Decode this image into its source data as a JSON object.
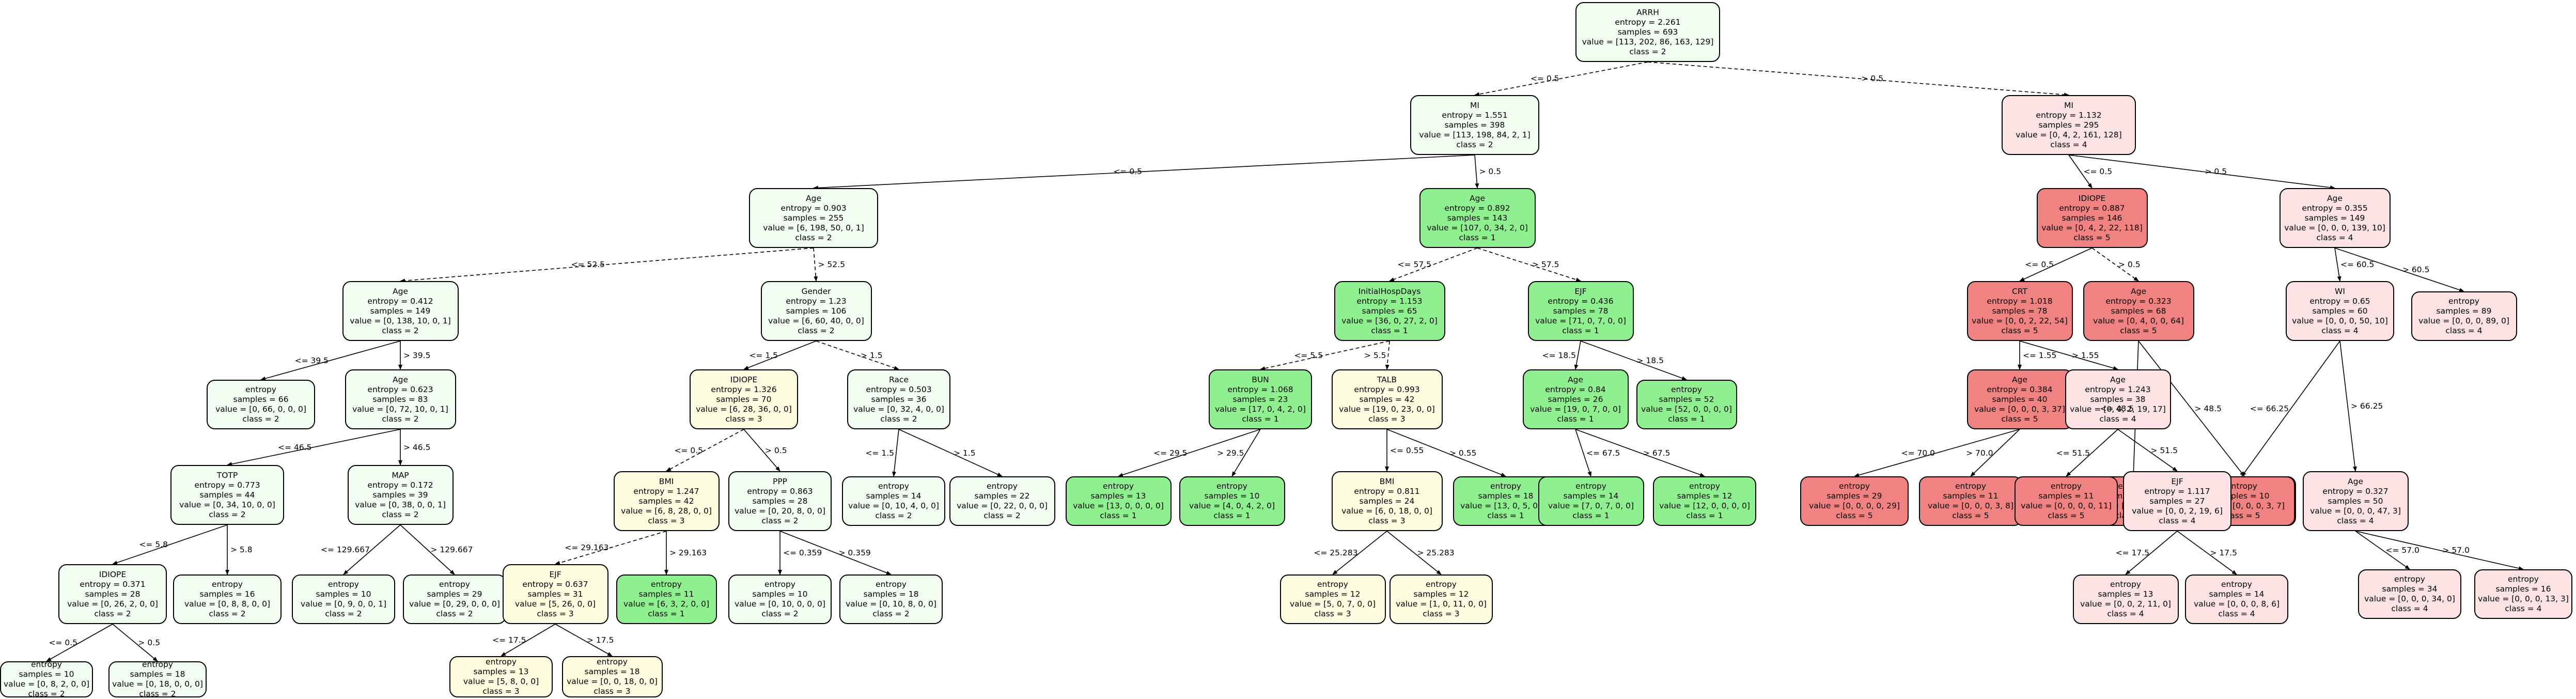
{
  "class_colors": {
    "1": "#8ef08e",
    "2": "#f0fdf0",
    "3": "#fefde0",
    "4": "#fde3e3",
    "5": "#f08282"
  },
  "nodes": [
    {
      "id": "n0",
      "lines": [
        "ARRH",
        "entropy = 2.261",
        "samples = 693",
        "value = [113, 202, 86, 163, 129]",
        "class = 2"
      ],
      "cls": "2"
    },
    {
      "id": "n1",
      "lines": [
        "MI",
        "entropy = 1.551",
        "samples = 398",
        "value = [113, 198, 84, 2, 1]",
        "class = 2"
      ],
      "cls": "2"
    },
    {
      "id": "n2",
      "lines": [
        "MI",
        "entropy = 1.132",
        "samples = 295",
        "value = [0, 4, 2, 161, 128]",
        "class = 4"
      ],
      "cls": "4"
    },
    {
      "id": "n3",
      "lines": [
        "Age",
        "entropy = 0.903",
        "samples = 255",
        "value = [6, 198, 50, 0, 1]",
        "class = 2"
      ],
      "cls": "2"
    },
    {
      "id": "n4",
      "lines": [
        "Age",
        "entropy = 0.892",
        "samples = 143",
        "value = [107, 0, 34, 2, 0]",
        "class = 1"
      ],
      "cls": "1"
    },
    {
      "id": "n5",
      "lines": [
        "IDIOPE",
        "entropy = 0.887",
        "samples = 146",
        "value = [0, 4, 2, 22, 118]",
        "class = 5"
      ],
      "cls": "5"
    },
    {
      "id": "n6",
      "lines": [
        "Age",
        "entropy = 0.355",
        "samples = 149",
        "value = [0, 0, 0, 139, 10]",
        "class = 4"
      ],
      "cls": "4"
    },
    {
      "id": "n7",
      "lines": [
        "Age",
        "entropy = 0.412",
        "samples = 149",
        "value = [0, 138, 10, 0, 1]",
        "class = 2"
      ],
      "cls": "2"
    },
    {
      "id": "n8",
      "lines": [
        "Gender",
        "entropy = 1.23",
        "samples = 106",
        "value = [6, 60, 40, 0, 0]",
        "class = 2"
      ],
      "cls": "2"
    },
    {
      "id": "n9",
      "lines": [
        "InitialHospDays",
        "entropy = 1.153",
        "samples = 65",
        "value = [36, 0, 27, 2, 0]",
        "class = 1"
      ],
      "cls": "1"
    },
    {
      "id": "n10",
      "lines": [
        "EJF",
        "entropy = 0.436",
        "samples = 78",
        "value = [71, 0, 7, 0, 0]",
        "class = 1"
      ],
      "cls": "1"
    },
    {
      "id": "n11",
      "lines": [
        "CRT",
        "entropy = 1.018",
        "samples = 78",
        "value = [0, 0, 2, 22, 54]",
        "class = 5"
      ],
      "cls": "5"
    },
    {
      "id": "n12",
      "lines": [
        "Age",
        "entropy = 0.323",
        "samples = 68",
        "value = [0, 4, 0, 0, 64]",
        "class = 5"
      ],
      "cls": "5"
    },
    {
      "id": "n13",
      "lines": [
        "WI",
        "entropy = 0.65",
        "samples = 60",
        "value = [0, 0, 0, 50, 10]",
        "class = 4"
      ],
      "cls": "4"
    },
    {
      "id": "n14",
      "lines": [
        "entropy",
        "samples = 89",
        "value = [0, 0, 0, 89, 0]",
        "class = 4"
      ],
      "cls": "4"
    },
    {
      "id": "n15",
      "lines": [
        "entropy",
        "samples = 66",
        "value = [0, 66, 0, 0, 0]",
        "class = 2"
      ],
      "cls": "2"
    },
    {
      "id": "n16",
      "lines": [
        "Age",
        "entropy = 0.623",
        "samples = 83",
        "value = [0, 72, 10, 0, 1]",
        "class = 2"
      ],
      "cls": "2"
    },
    {
      "id": "n17",
      "lines": [
        "IDIOPE",
        "entropy = 1.326",
        "samples = 70",
        "value = [6, 28, 36, 0, 0]",
        "class = 3"
      ],
      "cls": "3"
    },
    {
      "id": "n18",
      "lines": [
        "Race",
        "entropy = 0.503",
        "samples = 36",
        "value = [0, 32, 4, 0, 0]",
        "class = 2"
      ],
      "cls": "2"
    },
    {
      "id": "n19",
      "lines": [
        "BUN",
        "entropy = 1.068",
        "samples = 23",
        "value = [17, 0, 4, 2, 0]",
        "class = 1"
      ],
      "cls": "1"
    },
    {
      "id": "n20",
      "lines": [
        "TALB",
        "entropy = 0.993",
        "samples = 42",
        "value = [19, 0, 23, 0, 0]",
        "class = 3"
      ],
      "cls": "3"
    },
    {
      "id": "n21",
      "lines": [
        "Age",
        "entropy = 0.84",
        "samples = 26",
        "value = [19, 0, 7, 0, 0]",
        "class = 1"
      ],
      "cls": "1"
    },
    {
      "id": "n22",
      "lines": [
        "entropy",
        "samples = 52",
        "value = [52, 0, 0, 0, 0]",
        "class = 1"
      ],
      "cls": "1"
    },
    {
      "id": "n23",
      "lines": [
        "Age",
        "entropy = 0.384",
        "samples = 40",
        "value = [0, 0, 0, 3, 37]",
        "class = 5"
      ],
      "cls": "5"
    },
    {
      "id": "n24",
      "lines": [
        "Age",
        "entropy = 1.243",
        "samples = 38",
        "value = [0, 0, 2, 19, 17]",
        "class = 4"
      ],
      "cls": "4"
    },
    {
      "id": "n25",
      "lines": [
        "entropy",
        "samples = 16",
        "value = [0, 4, 0, 0, 12]",
        "class = 5"
      ],
      "cls": "5"
    },
    {
      "id": "n26",
      "lines": [
        "entropy",
        "samples = 52",
        "value = [0, 0, 0, 0, 52]",
        "class = 5"
      ],
      "cls": "5"
    },
    {
      "id": "n27",
      "lines": [
        "entropy",
        "samples = 10",
        "value = [0, 0, 0, 3, 7]",
        "class = 5"
      ],
      "cls": "5"
    },
    {
      "id": "n28",
      "lines": [
        "Age",
        "entropy = 0.327",
        "samples = 50",
        "value = [0, 0, 0, 47, 3]",
        "class = 4"
      ],
      "cls": "4"
    },
    {
      "id": "n29",
      "lines": [
        "TOTP",
        "entropy = 0.773",
        "samples = 44",
        "value = [0, 34, 10, 0, 0]",
        "class = 2"
      ],
      "cls": "2"
    },
    {
      "id": "n30",
      "lines": [
        "MAP",
        "entropy = 0.172",
        "samples = 39",
        "value = [0, 38, 0, 0, 1]",
        "class = 2"
      ],
      "cls": "2"
    },
    {
      "id": "n31",
      "lines": [
        "BMI",
        "entropy = 1.247",
        "samples = 42",
        "value = [6, 8, 28, 0, 0]",
        "class = 3"
      ],
      "cls": "3"
    },
    {
      "id": "n32",
      "lines": [
        "PPP",
        "entropy = 0.863",
        "samples = 28",
        "value = [0, 20, 8, 0, 0]",
        "class = 2"
      ],
      "cls": "2"
    },
    {
      "id": "n33",
      "lines": [
        "entropy",
        "samples = 14",
        "value = [0, 10, 4, 0, 0]",
        "class = 2"
      ],
      "cls": "2"
    },
    {
      "id": "n34",
      "lines": [
        "entropy",
        "samples = 22",
        "value = [0, 22, 0, 0, 0]",
        "class = 2"
      ],
      "cls": "2"
    },
    {
      "id": "n35",
      "lines": [
        "entropy",
        "samples = 13",
        "value = [13, 0, 0, 0, 0]",
        "class = 1"
      ],
      "cls": "1"
    },
    {
      "id": "n36",
      "lines": [
        "entropy",
        "samples = 10",
        "value = [4, 0, 4, 2, 0]",
        "class = 1"
      ],
      "cls": "1"
    },
    {
      "id": "n37",
      "lines": [
        "BMI",
        "entropy = 0.811",
        "samples = 24",
        "value = [6, 0, 18, 0, 0]",
        "class = 3"
      ],
      "cls": "3"
    },
    {
      "id": "n38",
      "lines": [
        "entropy",
        "samples = 18",
        "value = [13, 0, 5, 0, 0]",
        "class = 1"
      ],
      "cls": "1"
    },
    {
      "id": "n39",
      "lines": [
        "entropy",
        "samples = 14",
        "value = [7, 0, 7, 0, 0]",
        "class = 1"
      ],
      "cls": "1"
    },
    {
      "id": "n40",
      "lines": [
        "entropy",
        "samples = 12",
        "value = [12, 0, 0, 0, 0]",
        "class = 1"
      ],
      "cls": "1"
    },
    {
      "id": "n41",
      "lines": [
        "entropy",
        "samples = 29",
        "value = [0, 0, 0, 0, 29]",
        "class = 5"
      ],
      "cls": "5"
    },
    {
      "id": "n42",
      "lines": [
        "entropy",
        "samples = 11",
        "value = [0, 0, 0, 3, 8]",
        "class = 5"
      ],
      "cls": "5"
    },
    {
      "id": "n43",
      "lines": [
        "entropy",
        "samples = 11",
        "value = [0, 0, 0, 0, 11]",
        "class = 5"
      ],
      "cls": "5"
    },
    {
      "id": "n44",
      "lines": [
        "EJF",
        "entropy = 1.117",
        "samples = 27",
        "value = [0, 0, 2, 19, 6]",
        "class = 4"
      ],
      "cls": "4"
    },
    {
      "id": "n45",
      "lines": [
        "entropy",
        "samples = 34",
        "value = [0, 0, 0, 34, 0]",
        "class = 4"
      ],
      "cls": "4"
    },
    {
      "id": "n46",
      "lines": [
        "entropy",
        "samples = 16",
        "value = [0, 0, 0, 13, 3]",
        "class = 4"
      ],
      "cls": "4"
    },
    {
      "id": "n47",
      "lines": [
        "IDIOPE",
        "entropy = 0.371",
        "samples = 28",
        "value = [0, 26, 2, 0, 0]",
        "class = 2"
      ],
      "cls": "2"
    },
    {
      "id": "n48",
      "lines": [
        "entropy",
        "samples = 16",
        "value = [0, 8, 8, 0, 0]",
        "class = 2"
      ],
      "cls": "2"
    },
    {
      "id": "n49",
      "lines": [
        "entropy",
        "samples = 10",
        "value = [0, 9, 0, 0, 1]",
        "class = 2"
      ],
      "cls": "2"
    },
    {
      "id": "n50",
      "lines": [
        "entropy",
        "samples = 29",
        "value = [0, 29, 0, 0, 0]",
        "class = 2"
      ],
      "cls": "2"
    },
    {
      "id": "n51",
      "lines": [
        "EJF",
        "entropy = 0.637",
        "samples = 31",
        "value = [5, 26, 0, 0]",
        "class = 3"
      ],
      "cls": "3"
    },
    {
      "id": "n52",
      "lines": [
        "entropy",
        "samples = 11",
        "value = [6, 3, 2, 0, 0]",
        "class = 1"
      ],
      "cls": "1"
    },
    {
      "id": "n53",
      "lines": [
        "entropy",
        "samples = 10",
        "value = [0, 10, 0, 0, 0]",
        "class = 2"
      ],
      "cls": "2"
    },
    {
      "id": "n54",
      "lines": [
        "entropy",
        "samples = 18",
        "value = [0, 10, 8, 0, 0]",
        "class = 2"
      ],
      "cls": "2"
    },
    {
      "id": "n55",
      "lines": [
        "entropy",
        "samples = 12",
        "value = [5, 0, 7, 0, 0]",
        "class = 3"
      ],
      "cls": "3"
    },
    {
      "id": "n56",
      "lines": [
        "entropy",
        "samples = 12",
        "value = [1, 0, 11, 0, 0]",
        "class = 3"
      ],
      "cls": "3"
    },
    {
      "id": "n57",
      "lines": [
        "entropy",
        "samples = 13",
        "value = [0, 0, 2, 11, 0]",
        "class = 4"
      ],
      "cls": "4"
    },
    {
      "id": "n58",
      "lines": [
        "entropy",
        "samples = 14",
        "value = [0, 0, 0, 8, 6]",
        "class = 4"
      ],
      "cls": "4"
    },
    {
      "id": "n59",
      "lines": [
        "entropy",
        "samples = 10",
        "value = [0, 8, 2, 0, 0]",
        "class = 2"
      ],
      "cls": "2"
    },
    {
      "id": "n60",
      "lines": [
        "entropy",
        "samples = 18",
        "value = [0, 18, 0, 0, 0]",
        "class = 2"
      ],
      "cls": "2"
    },
    {
      "id": "n61",
      "lines": [
        "entropy",
        "samples = 13",
        "value = [5, 8, 0, 0]",
        "class = 3"
      ],
      "cls": "3"
    },
    {
      "id": "n62",
      "lines": [
        "entropy",
        "samples = 18",
        "value = [0, 0, 18, 0, 0]",
        "class = 3"
      ],
      "cls": "3"
    }
  ],
  "edges": [
    {
      "from": "n0",
      "to": "n1",
      "label": "<= 0.5",
      "dashed": true
    },
    {
      "from": "n0",
      "to": "n2",
      "label": "> 0.5",
      "dashed": true
    },
    {
      "from": "n1",
      "to": "n3",
      "label": "<= 0.5",
      "dashed": false
    },
    {
      "from": "n1",
      "to": "n4",
      "label": "> 0.5",
      "dashed": false
    },
    {
      "from": "n2",
      "to": "n5",
      "label": "<= 0.5",
      "dashed": false
    },
    {
      "from": "n2",
      "to": "n6",
      "label": "> 0.5",
      "dashed": false
    },
    {
      "from": "n3",
      "to": "n7",
      "label": "<= 52.5",
      "dashed": true
    },
    {
      "from": "n3",
      "to": "n8",
      "label": "> 52.5",
      "dashed": true
    },
    {
      "from": "n4",
      "to": "n9",
      "label": "<= 57.5",
      "dashed": true
    },
    {
      "from": "n4",
      "to": "n10",
      "label": "> 57.5",
      "dashed": true
    },
    {
      "from": "n5",
      "to": "n11",
      "label": "<= 0.5",
      "dashed": false
    },
    {
      "from": "n5",
      "to": "n12",
      "label": "> 0.5",
      "dashed": true
    },
    {
      "from": "n6",
      "to": "n13",
      "label": "<= 60.5",
      "dashed": false
    },
    {
      "from": "n6",
      "to": "n14",
      "label": "> 60.5",
      "dashed": false
    },
    {
      "from": "n7",
      "to": "n15",
      "label": "<= 39.5",
      "dashed": false
    },
    {
      "from": "n7",
      "to": "n16",
      "label": "> 39.5",
      "dashed": false
    },
    {
      "from": "n8",
      "to": "n17",
      "label": "<= 1.5",
      "dashed": false
    },
    {
      "from": "n8",
      "to": "n18",
      "label": "> 1.5",
      "dashed": true
    },
    {
      "from": "n9",
      "to": "n19",
      "label": "<= 5.5",
      "dashed": true
    },
    {
      "from": "n9",
      "to": "n20",
      "label": "> 5.5",
      "dashed": true
    },
    {
      "from": "n10",
      "to": "n21",
      "label": "<= 18.5",
      "dashed": false
    },
    {
      "from": "n10",
      "to": "n22",
      "label": "> 18.5",
      "dashed": false
    },
    {
      "from": "n11",
      "to": "n23",
      "label": "<= 1.55",
      "dashed": false
    },
    {
      "from": "n11",
      "to": "n24",
      "label": "> 1.55",
      "dashed": false
    },
    {
      "from": "n12",
      "to": "n25",
      "label": "<= 48.5",
      "dashed": false
    },
    {
      "from": "n12",
      "to": "n26",
      "label": "> 48.5",
      "dashed": false
    },
    {
      "from": "n13",
      "to": "n27",
      "label": "<= 66.25",
      "dashed": false
    },
    {
      "from": "n13",
      "to": "n28",
      "label": "> 66.25",
      "dashed": false
    },
    {
      "from": "n16",
      "to": "n29",
      "label": "<= 46.5",
      "dashed": false
    },
    {
      "from": "n16",
      "to": "n30",
      "label": "> 46.5",
      "dashed": false
    },
    {
      "from": "n17",
      "to": "n31",
      "label": "<= 0.5",
      "dashed": true
    },
    {
      "from": "n17",
      "to": "n32",
      "label": "> 0.5",
      "dashed": false
    },
    {
      "from": "n18",
      "to": "n33",
      "label": "<= 1.5",
      "dashed": false
    },
    {
      "from": "n18",
      "to": "n34",
      "label": "> 1.5",
      "dashed": false
    },
    {
      "from": "n19",
      "to": "n35",
      "label": "<= 29.5",
      "dashed": false
    },
    {
      "from": "n19",
      "to": "n36",
      "label": "> 29.5",
      "dashed": false
    },
    {
      "from": "n20",
      "to": "n37",
      "label": "<= 0.55",
      "dashed": false
    },
    {
      "from": "n20",
      "to": "n38",
      "label": "> 0.55",
      "dashed": false
    },
    {
      "from": "n21",
      "to": "n39",
      "label": "<= 67.5",
      "dashed": false
    },
    {
      "from": "n21",
      "to": "n40",
      "label": "> 67.5",
      "dashed": false
    },
    {
      "from": "n23",
      "to": "n41",
      "label": "<= 70.0",
      "dashed": false
    },
    {
      "from": "n23",
      "to": "n42",
      "label": "> 70.0",
      "dashed": false
    },
    {
      "from": "n24",
      "to": "n43",
      "label": "<= 51.5",
      "dashed": false
    },
    {
      "from": "n24",
      "to": "n44",
      "label": "> 51.5",
      "dashed": false
    },
    {
      "from": "n28",
      "to": "n45",
      "label": "<= 57.0",
      "dashed": false
    },
    {
      "from": "n28",
      "to": "n46",
      "label": "> 57.0",
      "dashed": false
    },
    {
      "from": "n29",
      "to": "n47",
      "label": "<= 5.8",
      "dashed": false
    },
    {
      "from": "n29",
      "to": "n48",
      "label": "> 5.8",
      "dashed": false
    },
    {
      "from": "n30",
      "to": "n49",
      "label": "<= 129.667",
      "dashed": false
    },
    {
      "from": "n30",
      "to": "n50",
      "label": "> 129.667",
      "dashed": false
    },
    {
      "from": "n31",
      "to": "n51",
      "label": "<= 29.163",
      "dashed": true
    },
    {
      "from": "n31",
      "to": "n52",
      "label": "> 29.163",
      "dashed": false
    },
    {
      "from": "n32",
      "to": "n53",
      "label": "<= 0.359",
      "dashed": false
    },
    {
      "from": "n32",
      "to": "n54",
      "label": "> 0.359",
      "dashed": false
    },
    {
      "from": "n37",
      "to": "n55",
      "label": "<= 25.283",
      "dashed": false
    },
    {
      "from": "n37",
      "to": "n56",
      "label": "> 25.283",
      "dashed": false
    },
    {
      "from": "n44",
      "to": "n57",
      "label": "<= 17.5",
      "dashed": false
    },
    {
      "from": "n44",
      "to": "n58",
      "label": "> 17.5",
      "dashed": false
    },
    {
      "from": "n47",
      "to": "n59",
      "label": "<= 0.5",
      "dashed": false
    },
    {
      "from": "n47",
      "to": "n60",
      "label": "> 0.5",
      "dashed": false
    },
    {
      "from": "n51",
      "to": "n61",
      "label": "<= 17.5",
      "dashed": false
    },
    {
      "from": "n51",
      "to": "n62",
      "label": "> 17.5",
      "dashed": false
    }
  ]
}
